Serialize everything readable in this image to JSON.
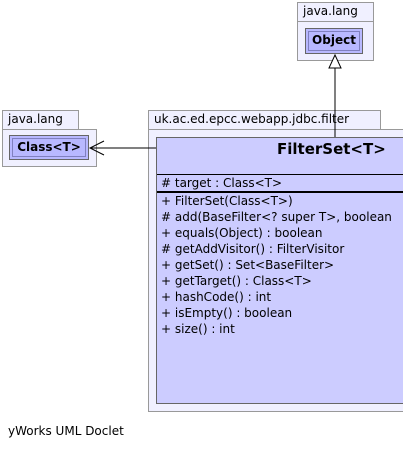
{
  "packages": {
    "object_pkg": {
      "name": "java.lang",
      "class_name": "Object"
    },
    "class_pkg": {
      "name": "java.lang",
      "class_name": "Class<T>"
    },
    "filter_pkg": {
      "name": "uk.ac.ed.epcc.webapp.jdbc.filter"
    }
  },
  "main_class": {
    "name": "FilterSet<T>",
    "attributes": [
      "# target : Class<T>"
    ],
    "operations": [
      "+ FilterSet(Class<T>)",
      "# add(BaseFilter<? super T>, boolean",
      "+ equals(Object) : boolean",
      "# getAddVisitor() : FilterVisitor",
      "+ getSet() : Set<BaseFilter>",
      "+ getTarget() : Class<T>",
      "+ hashCode() : int",
      "+ isEmpty() : boolean",
      "+ size() : int"
    ]
  },
  "footer": "yWorks UML Doclet"
}
